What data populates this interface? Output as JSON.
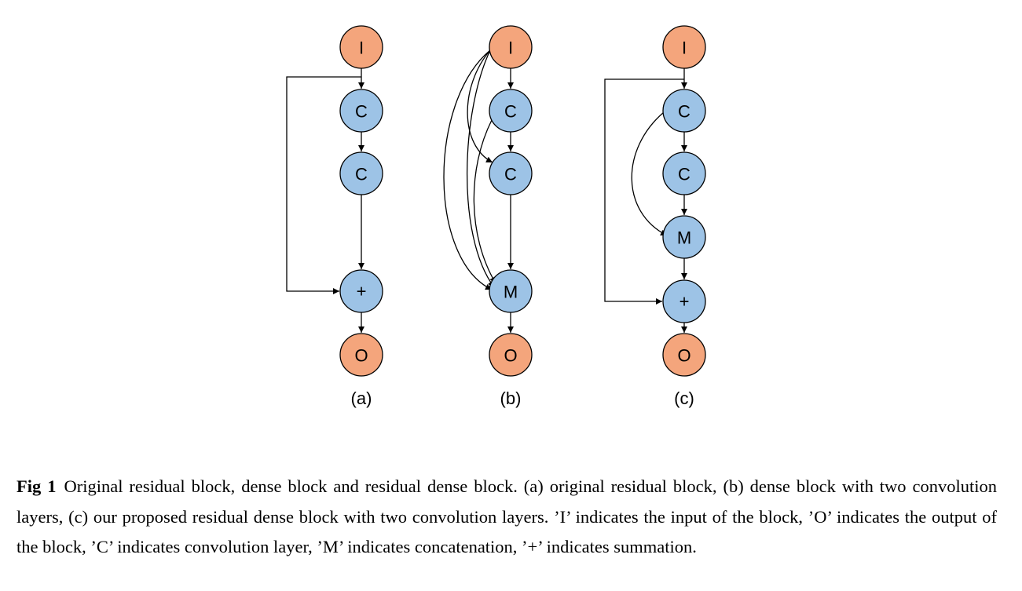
{
  "figure": {
    "colors": {
      "io_fill": "#F4A57C",
      "op_fill": "#9DC3E6",
      "stroke": "#000000"
    },
    "panels": [
      {
        "label": "(a)",
        "nodes": [
          "I",
          "C",
          "C",
          "+",
          "O"
        ]
      },
      {
        "label": "(b)",
        "nodes": [
          "I",
          "C",
          "C",
          "M",
          "O"
        ]
      },
      {
        "label": "(c)",
        "nodes": [
          "I",
          "C",
          "C",
          "M",
          "+",
          "O"
        ]
      }
    ]
  },
  "caption": {
    "label": "Fig 1",
    "text": "Original residual block, dense block and residual dense block. (a) original residual block, (b) dense block with two convolution layers, (c) our proposed residual dense block with two convolution layers. ’I’ indicates the input of the block, ’O’ indicates the output of the block, ’C’ indicates convolution layer, ’M’ indicates concatenation, ’+’ indicates summation."
  }
}
